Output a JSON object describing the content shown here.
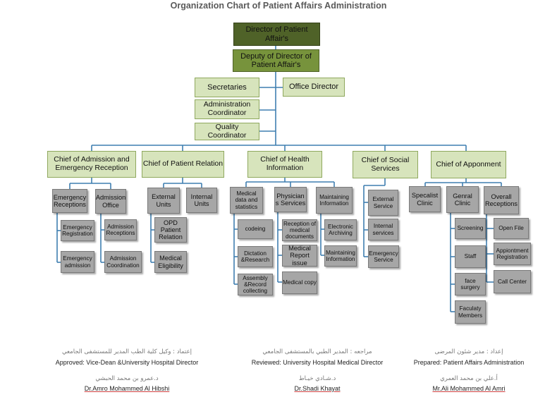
{
  "title": "Organization Chart of Patient Affairs Administration",
  "director": "Director of Patient Affair's",
  "deputy": "Deputy of Director of Patient Affair's",
  "staff": {
    "secretaries": "Secretaries",
    "office_director": "Office Director",
    "admin_coordinator": "Administration Coordinator",
    "quality_coordinator": "Quality Coordinator"
  },
  "chiefs": {
    "admission": "Chief of Admission and Emergency Reception",
    "patient_relation": "Chief of Patient Relation",
    "health_info": "Chief of Health Information",
    "social": "Chief of Social Services",
    "appointment": "Chief of Apponment"
  },
  "admission": {
    "emergency_receptions": "Emergency Receptions",
    "admission_office": "Admission Office",
    "emergency_registration": "Emergency Registration",
    "emergency_admission": "Emergency admission",
    "admission_receptions": "Admission Receptions",
    "admission_coordination": "Admission Coordination"
  },
  "patient_relation": {
    "external_units": "External Units",
    "internal_units": "Internal Units",
    "opd_relation": "OPD Patient Relation",
    "medical_eligibility": "Medical Eligibility"
  },
  "health_info": {
    "medical_data": "Medical data and statistics",
    "physicians_services": "Physician s Services",
    "maintaining_information": "Maintaining Information",
    "codeing": "codeing",
    "dictation": "Dictation &Research",
    "assembly": "Assembly &Record collecting",
    "reception_docs": "Reception of medical documents",
    "medical_report": "Medical Report issue",
    "medical_copy": "Medical copy",
    "electronic_archiving": "Electronic Archiving",
    "maintaining_info2": "Maintaining Information"
  },
  "social": {
    "external_service": "External Service",
    "internal_services": "Internal services",
    "emergency_service": "Emergency Service"
  },
  "appointment": {
    "specialist_clinic": "Specalist Clinic",
    "general_clinic": "Genral Clinic",
    "overall_receptions": "Overall Receptions",
    "screening": "Screening",
    "staff": "Staff",
    "face_surgery": "face surgery",
    "faculty_members": "Faculaty Members",
    "open_file": "Open File",
    "appointment_registration": "Appiontment Registration",
    "call_center": "Call Center"
  },
  "signatures": {
    "approved_ar": "إعتماد : وكيل كلية الطب المدير للمستشفى الجامعي",
    "approved_en": "Approved: Vice-Dean &University Hospital Director",
    "approved_name_ar": "د.عمرو بن محمد الحبشي",
    "approved_name": "Dr.Amro Mohammed Al Hibshi",
    "reviewed_ar": "مراجعه : المدير الطبي بالمستشفى الجامعي",
    "reviewed_en": "Reviewed: University Hospital Medical Director",
    "reviewed_name_ar": "د.شـادي خيـاط",
    "reviewed_name": "Dr.Shadi Khayat",
    "prepared_ar": "إعداد : مدير شئون المرضى",
    "prepared_en": "Prepared: Patient Affairs Administration",
    "prepared_name_ar": "أ.علي بن محمد العمري",
    "prepared_name": "Mr.Ali Mohammed Al Amri"
  },
  "colors": {
    "director": "#4f6228",
    "deputy": "#77933c",
    "light": "#d7e4bc",
    "unit": "#a6a6a6",
    "connector": "#3f7fb0"
  }
}
